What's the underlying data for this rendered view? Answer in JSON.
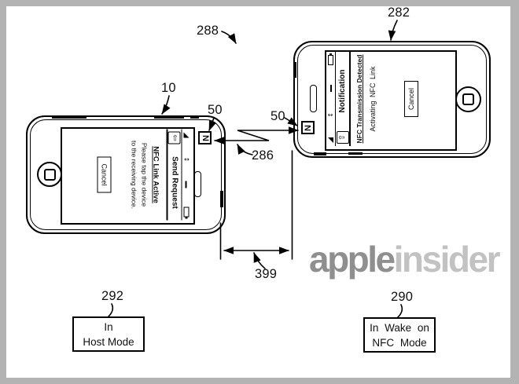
{
  "figure": {
    "refs": {
      "system": "288",
      "device_left": "10",
      "nfc_left": "50",
      "device_right": "282",
      "nfc_right": "50",
      "transmission": "286",
      "distance": "399",
      "host_mode": "292",
      "wake_mode": "290"
    },
    "frame_color": "#b3b3b3",
    "line_color": "#000000"
  },
  "left_phone": {
    "nav_title": "Send Request",
    "nav_icon_glyph": "⇦",
    "title": "NFC Link Active",
    "body_line1": "Please tap the device",
    "body_line2": "to the receiving device.",
    "cancel_label": "Cancel",
    "nfc_chip_letter": "N",
    "status": {
      "updown_glyph": "↕"
    }
  },
  "right_phone": {
    "nav_title": "Notification",
    "nav_icon_glyph": "⇧",
    "title": "NFC Transmission Detected",
    "body_line1": "Activating NFC Link",
    "cancel_label": "Cancel",
    "nfc_chip_letter": "N",
    "status": {
      "updown_glyph": "↕"
    }
  },
  "mode_boxes": {
    "host_line1": "In",
    "host_line2": "Host Mode",
    "wake_line1": "In Wake on",
    "wake_line2": "NFC Mode"
  },
  "watermark": {
    "part1": "apple",
    "part2": "insider",
    "color1": "#8f8f8f",
    "color2": "#c2c2c2"
  }
}
